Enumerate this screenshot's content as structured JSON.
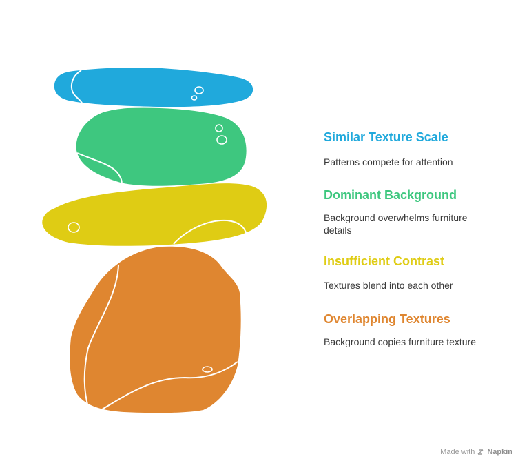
{
  "items": [
    {
      "title": "Similar Texture Scale",
      "desc": "Patterns compete for attention",
      "color": "#20a9dc"
    },
    {
      "title": "Dominant Background",
      "desc": "Background overwhelms furniture details",
      "color": "#3ec77f"
    },
    {
      "title": "Insufficient Contrast",
      "desc": "Textures blend into each other",
      "color": "#dfcc14"
    },
    {
      "title": "Overlapping Textures",
      "desc": "Background copies furniture texture",
      "color": "#df8630"
    }
  ],
  "credit": {
    "made_with": "Made with",
    "brand": "Napkin"
  }
}
